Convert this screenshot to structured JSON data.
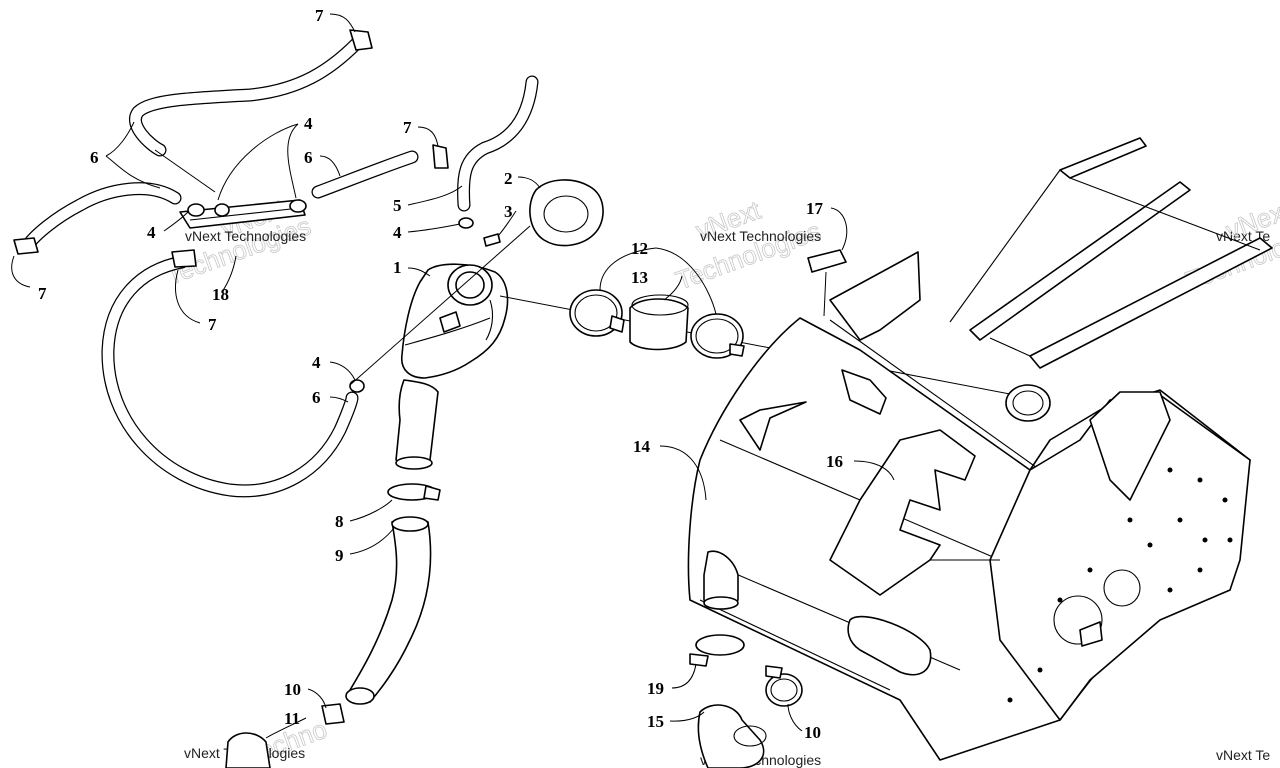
{
  "diagram": {
    "callouts": [
      {
        "id": "c7a",
        "text": "7"
      },
      {
        "id": "c6a",
        "text": "6"
      },
      {
        "id": "c4a",
        "text": "4"
      },
      {
        "id": "c7b",
        "text": "7"
      },
      {
        "id": "c6b",
        "text": "6"
      },
      {
        "id": "c2",
        "text": "2"
      },
      {
        "id": "c5",
        "text": "5"
      },
      {
        "id": "c3",
        "text": "3"
      },
      {
        "id": "c4b",
        "text": "4"
      },
      {
        "id": "c4c",
        "text": "4"
      },
      {
        "id": "c7c",
        "text": "7"
      },
      {
        "id": "c18",
        "text": "18"
      },
      {
        "id": "c7d",
        "text": "7"
      },
      {
        "id": "c1",
        "text": "1"
      },
      {
        "id": "c12",
        "text": "12"
      },
      {
        "id": "c13",
        "text": "13"
      },
      {
        "id": "c17",
        "text": "17"
      },
      {
        "id": "c4d",
        "text": "4"
      },
      {
        "id": "c6c",
        "text": "6"
      },
      {
        "id": "c14",
        "text": "14"
      },
      {
        "id": "c16",
        "text": "16"
      },
      {
        "id": "c8",
        "text": "8"
      },
      {
        "id": "c9",
        "text": "9"
      },
      {
        "id": "c19",
        "text": "19"
      },
      {
        "id": "c10a",
        "text": "10"
      },
      {
        "id": "c11",
        "text": "11"
      },
      {
        "id": "c15",
        "text": "15"
      },
      {
        "id": "c10b",
        "text": "10"
      }
    ],
    "watermarks": [
      {
        "id": "w1",
        "text": "vNext"
      },
      {
        "id": "w2",
        "text": "Technologies"
      },
      {
        "id": "w3",
        "text": "vNext Technologies"
      },
      {
        "id": "w4",
        "text": "vNext"
      },
      {
        "id": "w5",
        "text": "Technologies"
      },
      {
        "id": "w6",
        "text": "vNext Technologies"
      },
      {
        "id": "w7",
        "text": "Technologies"
      },
      {
        "id": "w8",
        "text": "vNext Technologies"
      },
      {
        "id": "w9",
        "text": "vNext Te"
      },
      {
        "id": "w10",
        "text": "Techno"
      },
      {
        "id": "w11",
        "text": "vNext"
      },
      {
        "id": "w12",
        "text": "vNext Te"
      },
      {
        "id": "w13",
        "text": "vNext Technologies"
      }
    ]
  }
}
